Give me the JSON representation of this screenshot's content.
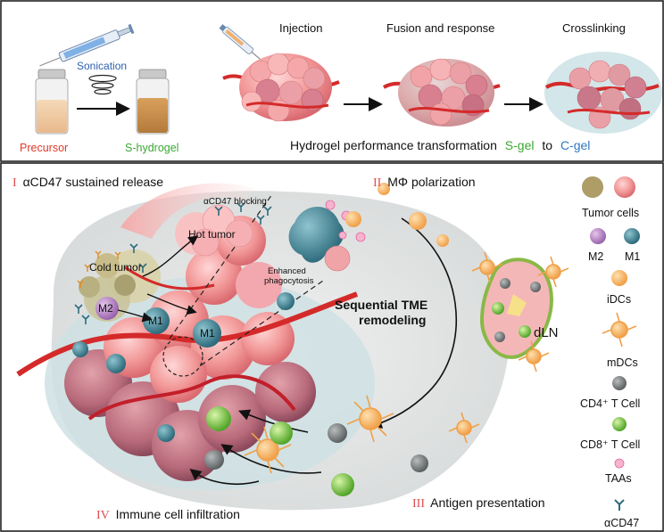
{
  "top_panel": {
    "labels": {
      "sonication": "Sonication",
      "precursor": "Precursor",
      "s_hydrogel": "S-hydrogel",
      "injection": "Injection",
      "fusion": "Fusion and response",
      "crosslinking": "Crosslinking"
    },
    "transformation": {
      "text": "Hydrogel performance transformation",
      "sgel": "S-gel",
      "to": "to",
      "cgel": "C-gel"
    }
  },
  "bottom_panel": {
    "steps": {
      "step1_num": "I",
      "step1_text": "αCD47 sustained release",
      "step2_num": "II",
      "step2_text": "MΦ polarization",
      "step3_num": "III",
      "step3_text": "Antigen presentation",
      "step4_num": "IV",
      "step4_text": "Immune cell infiltration"
    },
    "annotations": {
      "cd47_blocking": "αCD47 blocking",
      "hot_tumor": "Hot tumor",
      "cold_tumor": "Cold tumor",
      "m2": "M2",
      "m1_a": "M1",
      "m1_b": "M1",
      "enhanced_1": "Enhanced",
      "enhanced_2": "phagocytosis",
      "tme_1": "Sequential TME",
      "tme_2": "remodeling",
      "dln": "dLN"
    },
    "legend": {
      "tumor_cells": "Tumor cells",
      "m2": "M2",
      "m1": "M1",
      "idcs": "iDCs",
      "mdcs": "mDCs",
      "cd4": "CD4⁺ T Cell",
      "cd8": "CD8⁺ T Cell",
      "taas": "TAAs",
      "acd47": "αCD47"
    }
  },
  "colors": {
    "roman_numeral": "#e05050",
    "sgel_green": "#3aa832",
    "cgel_blue": "#2f78c0",
    "precursor_red": "#e03a2a",
    "sonication_blue": "#3060b0"
  }
}
